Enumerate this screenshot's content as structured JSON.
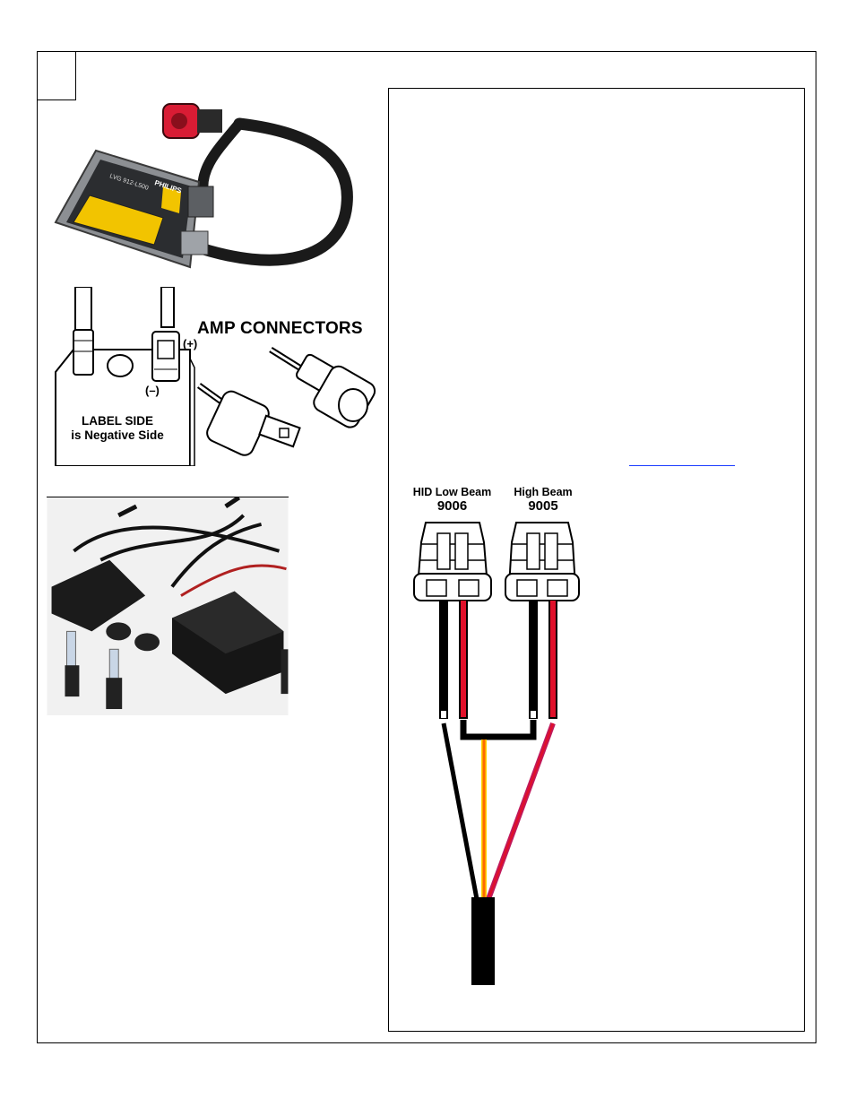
{
  "amp_section": {
    "title": "AMP CONNECTORS",
    "positive": "(+)",
    "negative": "(–)",
    "label_side_line1": "LABEL SIDE",
    "label_side_line2": "is Negative Side"
  },
  "wiring": {
    "low_beam_name": "HID Low Beam",
    "low_beam_number": "9006",
    "high_beam_name": "High Beam",
    "high_beam_number": "9005"
  },
  "colors": {
    "wire_red": "#e0102a",
    "wire_black": "#000000",
    "wire_orange": "#ff6a00",
    "wire_yellow": "#ffd200",
    "wire_magenta": "#c0185a",
    "connector_red": "#d81c34",
    "link_blue": "#1a3cff"
  }
}
